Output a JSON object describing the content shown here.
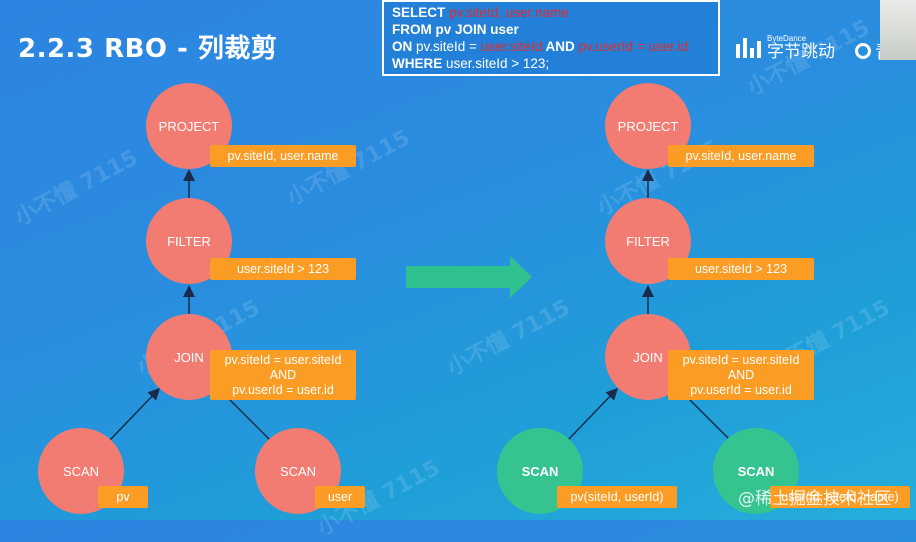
{
  "slide": {
    "title": "2.2.3 RBO - 列裁剪"
  },
  "sql": {
    "line1_kw": "SELECT ",
    "line1_cols": "pv.siteId, user.name",
    "line2": "FROM pv JOIN user",
    "line3_kw": "ON ",
    "line3_a": "pv.siteId = ",
    "line3_b": "user.siteId",
    "line3_and": " AND ",
    "line3_c": "pv.userId = ",
    "line3_d": "user.id",
    "line4_kw": "WHERE ",
    "line4_rest": "user.siteId > 123;"
  },
  "brand": {
    "small": "ByteDance",
    "name": "字节跳动",
    "qingxun": "青训"
  },
  "watermark": {
    "text": "小不懂 7115"
  },
  "footer": {
    "juejin": "@稀土掘金技术社区"
  },
  "left_tree": {
    "project": {
      "label": "PROJECT",
      "tag": "pv.siteId, user.name"
    },
    "filter": {
      "label": "FILTER",
      "tag": "user.siteId > 123"
    },
    "join": {
      "label": "JOIN",
      "tag1": "pv.siteId = user.siteId",
      "tag2": "AND",
      "tag3": "pv.userId = user.id"
    },
    "scan_left": {
      "label": "SCAN",
      "tag": "pv"
    },
    "scan_right": {
      "label": "SCAN",
      "tag": "user"
    }
  },
  "right_tree": {
    "project": {
      "label": "PROJECT",
      "tag": "pv.siteId, user.name"
    },
    "filter": {
      "label": "FILTER",
      "tag": "user.siteId > 123"
    },
    "join": {
      "label": "JOIN",
      "tag1": "pv.siteId = user.siteId",
      "tag2": "AND",
      "tag3": "pv.userId = user.id"
    },
    "scan_left": {
      "label": "SCAN",
      "tag": "pv(siteId, userId)"
    },
    "scan_right": {
      "label": "SCAN",
      "tag": "user(id, siteId, name)"
    }
  },
  "colors": {
    "node_red": "#f27c72",
    "node_green": "#35c490",
    "tag_orange": "#fb9c24",
    "arrow_teal": "#2fc28e"
  }
}
